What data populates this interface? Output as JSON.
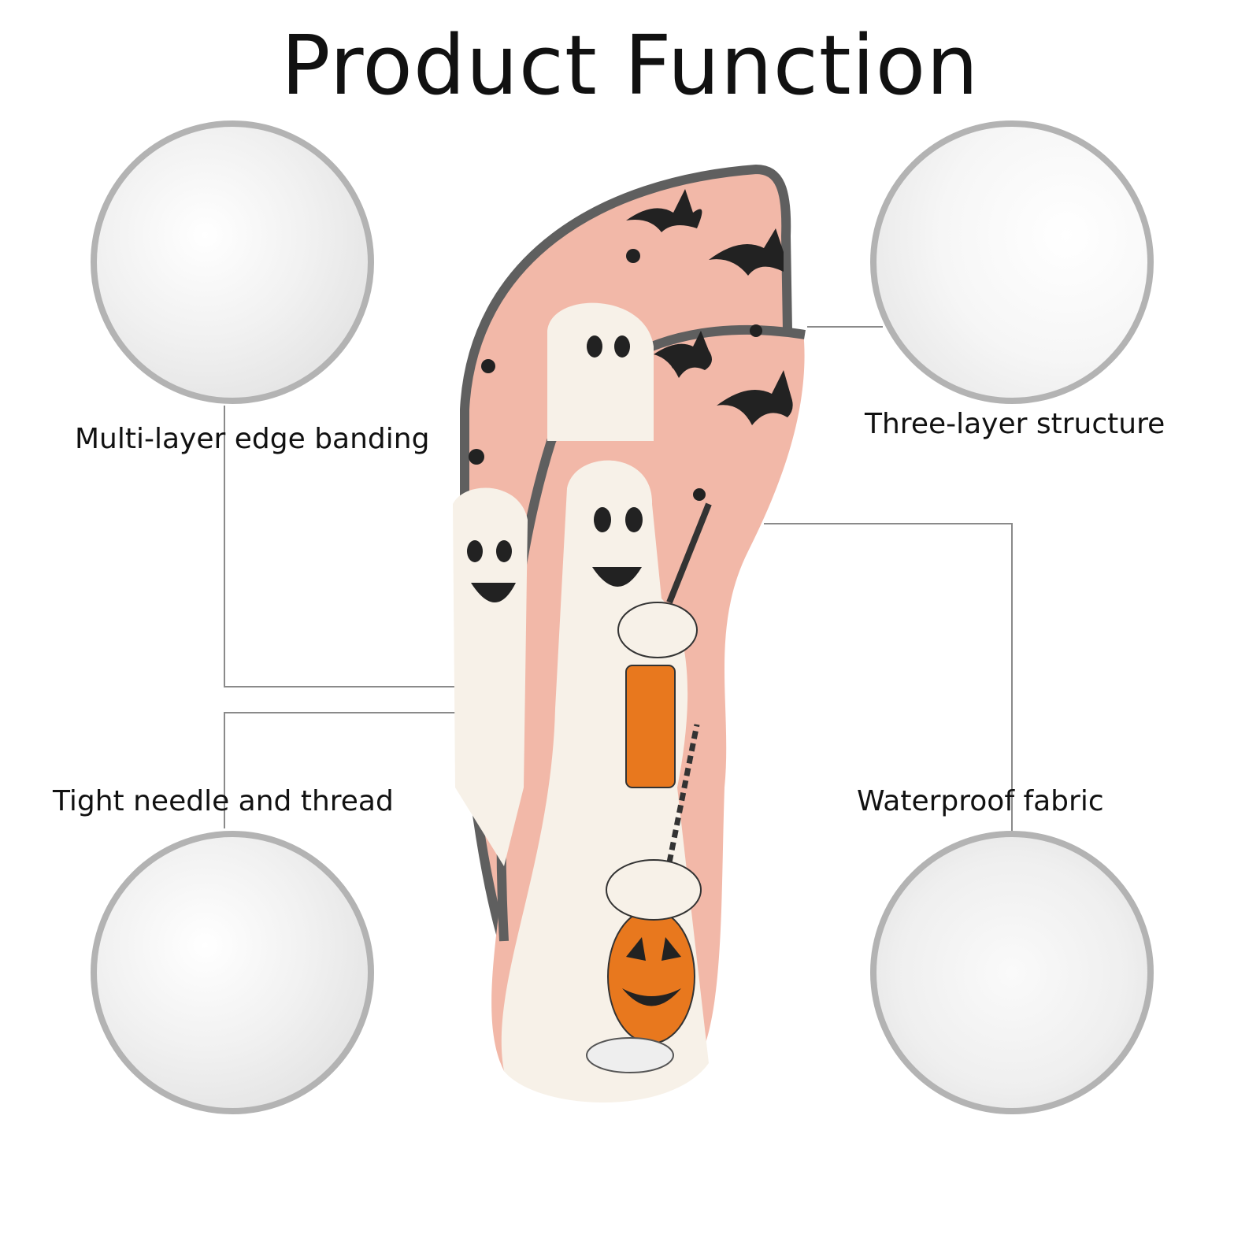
{
  "title": "Product Function",
  "features": [
    {
      "label": "Multi-layer edge banding"
    },
    {
      "label": "Three-layer structure"
    },
    {
      "label": "Tight needle and thread"
    },
    {
      "label": "Waterproof fabric"
    }
  ],
  "colors": {
    "pink": "#f2b8a8",
    "trim": "#5f5f5f",
    "ring": "#b3b3b3",
    "orange": "#e8781e"
  }
}
